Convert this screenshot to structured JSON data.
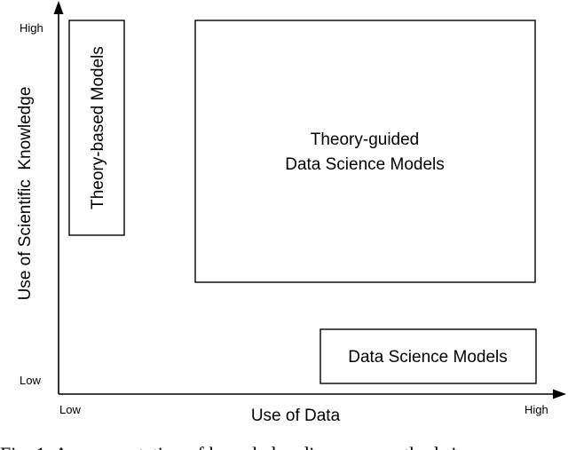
{
  "axes": {
    "x_label": "Use of Data",
    "y_label": "Use of Scientific  Knowledge",
    "x_low": "Low",
    "x_high": "High",
    "y_low": "Low",
    "y_high": "High"
  },
  "regions": {
    "theory_based": "Theory-based Models",
    "theory_guided_line1": "Theory-guided",
    "theory_guided_line2": "Data Science Models",
    "data_science": "Data Science Models"
  },
  "caption": "Fig. 1. A representation of knowledge discovery methods i"
}
